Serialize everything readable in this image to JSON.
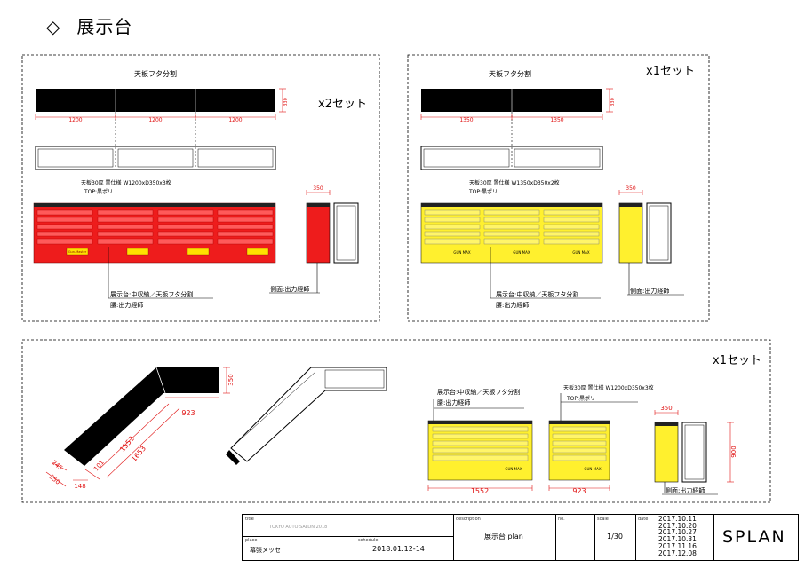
{
  "page": {
    "title_mark": "◇",
    "title": "展示台"
  },
  "panel_a": {
    "heading": "天板フタ分割",
    "sets": "x2セット",
    "dims": [
      "1200",
      "1200",
      "1200"
    ],
    "height_dim": "330",
    "spec": "天板30厚 置仕様 W1200xD350x3枚",
    "top": "TOP:黒ポリ",
    "side_width": "350",
    "label1": "展示台:中収納／天板フタ分割",
    "label2": "腰:出力経師",
    "side_label": "側面:出力経師",
    "brand": "Gun-Master"
  },
  "panel_b": {
    "heading": "天板フタ分割",
    "sets": "x1セット",
    "dims": [
      "1350",
      "1350"
    ],
    "height_dim": "330",
    "spec": "天板30厚 置仕様 W1350xD350x2枚",
    "top": "TOP:黒ポリ",
    "side_width": "350",
    "label1": "展示台:中収納／天板フタ分割",
    "label2": "腰:出力経師",
    "side_label": "側面:出力経師",
    "brand": "GUN MAX"
  },
  "panel_c": {
    "sets": "x1セット",
    "dims": {
      "d350": "350",
      "d923": "923",
      "d1552": "1552",
      "d1653": "1653",
      "d101": "101",
      "d245": "245",
      "d350b": "350",
      "d148": "148"
    },
    "label1": "展示台:中収納／天板フタ分割",
    "label2": "腰:出力経師",
    "spec": "天板30厚 置仕様 W1200xD350x3枚",
    "top": "TOP:黒ポリ",
    "bottom1": "1552",
    "bottom2": "923",
    "side_width": "350",
    "side_height": "900",
    "side_label": "側面:出力経師",
    "brand": "GUN MAX"
  },
  "titleblock": {
    "title_label": "title",
    "title_value": "TOKYO AUTO SALON 2018",
    "place_label": "place",
    "place_value": "幕張メッセ",
    "schedule_label": "schedule",
    "schedule_value": "2018.01.12-14",
    "desc_label": "description",
    "desc_value": "展示台 plan",
    "no_label": "no.",
    "scale_label": "scale",
    "scale_value": "1/30",
    "date_label": "date",
    "dates": [
      "2017.10.11",
      "2017.10.20",
      "2017.10.27",
      "2017.10.31",
      "2017.11.16",
      "2017.12.08"
    ],
    "logo": "SPLAN"
  },
  "colors": {
    "red": "#ee1c1c",
    "yellow": "#fff02e",
    "dim": "#e01010",
    "ink": "#000000"
  }
}
